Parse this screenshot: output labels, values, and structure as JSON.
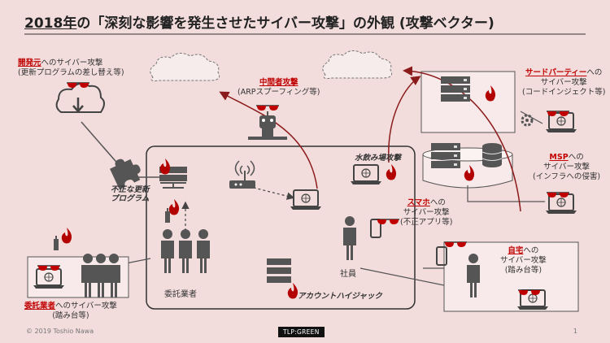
{
  "title": {
    "year": "2018年",
    "rest": "の「深刻な影響を発生させたサイバー攻撃」の外観 (攻撃ベクター)"
  },
  "labels": {
    "dev_em": "開発元",
    "dev_rest": "へのサイバー攻撃",
    "dev_sub": "(更新プログラムの差し替え等)",
    "mitm_em": "中間者攻撃",
    "mitm_sub": "(ARPスプーフィング等)",
    "third_em": "サードパーティー",
    "third_rest": "への",
    "third_line2": "サイバー攻撃",
    "third_sub": "(コードインジェクト等)",
    "msp_em": "MSP",
    "msp_rest": "への",
    "msp_line2": "サイバー攻撃",
    "msp_sub": "(インフラへの侵害)",
    "watering": "水飲み場攻撃",
    "smartphone_em": "スマホ",
    "smartphone_rest": "への",
    "smartphone_line2": "サイバー攻撃",
    "smartphone_sub": "(不正アプリ等)",
    "home_em": "自宅",
    "home_rest": "への",
    "home_line2": "サイバー攻撃",
    "home_sub": "(踏み台等)",
    "contractor_em": "委託業者",
    "contractor_rest": "へのサイバー攻撃",
    "contractor_sub": "(踏み台等)",
    "fake_update_1": "不正な更新",
    "fake_update_2": "プログラム",
    "account_hijack": "アカウントハイジャック",
    "contractor_group": "委託業者",
    "employee": "社員"
  },
  "footer": {
    "copyright": "© 2019 Toshio Nawa",
    "tlp": "TLP:GREEN",
    "page": "1"
  },
  "colors": {
    "background": "#f2dcdc",
    "accent": "#c00000",
    "icon": "#555555"
  }
}
